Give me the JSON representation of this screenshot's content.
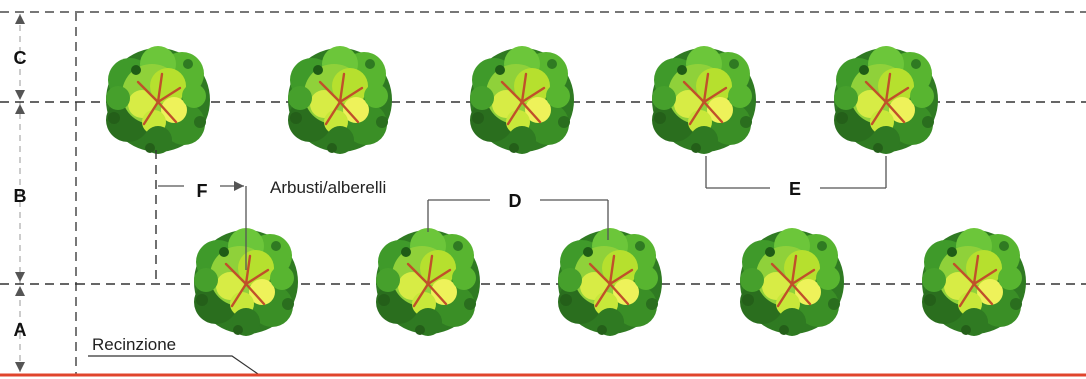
{
  "diagram": {
    "labels": {
      "zone_a": "A",
      "zone_b": "B",
      "zone_c": "C",
      "dim_d": "D",
      "dim_e": "E",
      "dim_f": "F",
      "shrubs": "Arbusti/alberelli",
      "fence": "Recinzione"
    },
    "colors": {
      "fence": "#e0442c",
      "foliage_dark": "#2f7a22",
      "foliage_mid": "#58b530",
      "foliage_light": "#b6e02e",
      "foliage_yellow": "#eef25a",
      "branch": "#c0502a",
      "guides": "#333333"
    },
    "rows": {
      "upper_row_count": 5,
      "lower_row_count": 5
    }
  }
}
